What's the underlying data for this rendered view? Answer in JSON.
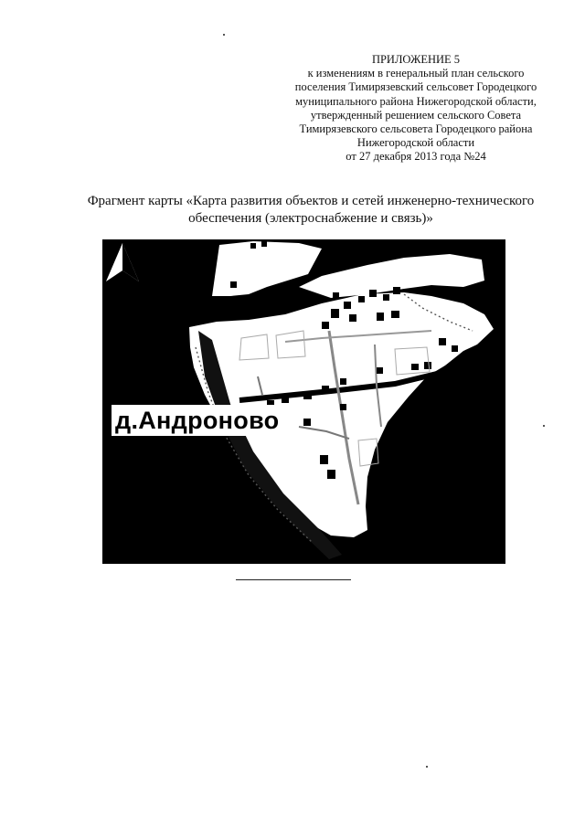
{
  "appendix": {
    "lines": [
      "ПРИЛОЖЕНИЕ 5",
      "к изменениям в генеральный план сельского",
      "поселения Тимирязевский сельсовет Городецкого",
      "муниципального района Нижегородской области,",
      "утвержденный решением сельского Совета",
      "Тимирязевского сельсовета Городецкого района",
      "Нижегородской области",
      "от 27 декабря 2013 года №24"
    ]
  },
  "title": {
    "lines": [
      "Фрагмент карты «Карта развития объектов и сетей инженерно-технического",
      "обеспечения (электроснабжение и связь)»"
    ]
  },
  "map": {
    "village_label": "д.Андроново",
    "background_color": "#000000",
    "land_color": "#ffffff"
  }
}
